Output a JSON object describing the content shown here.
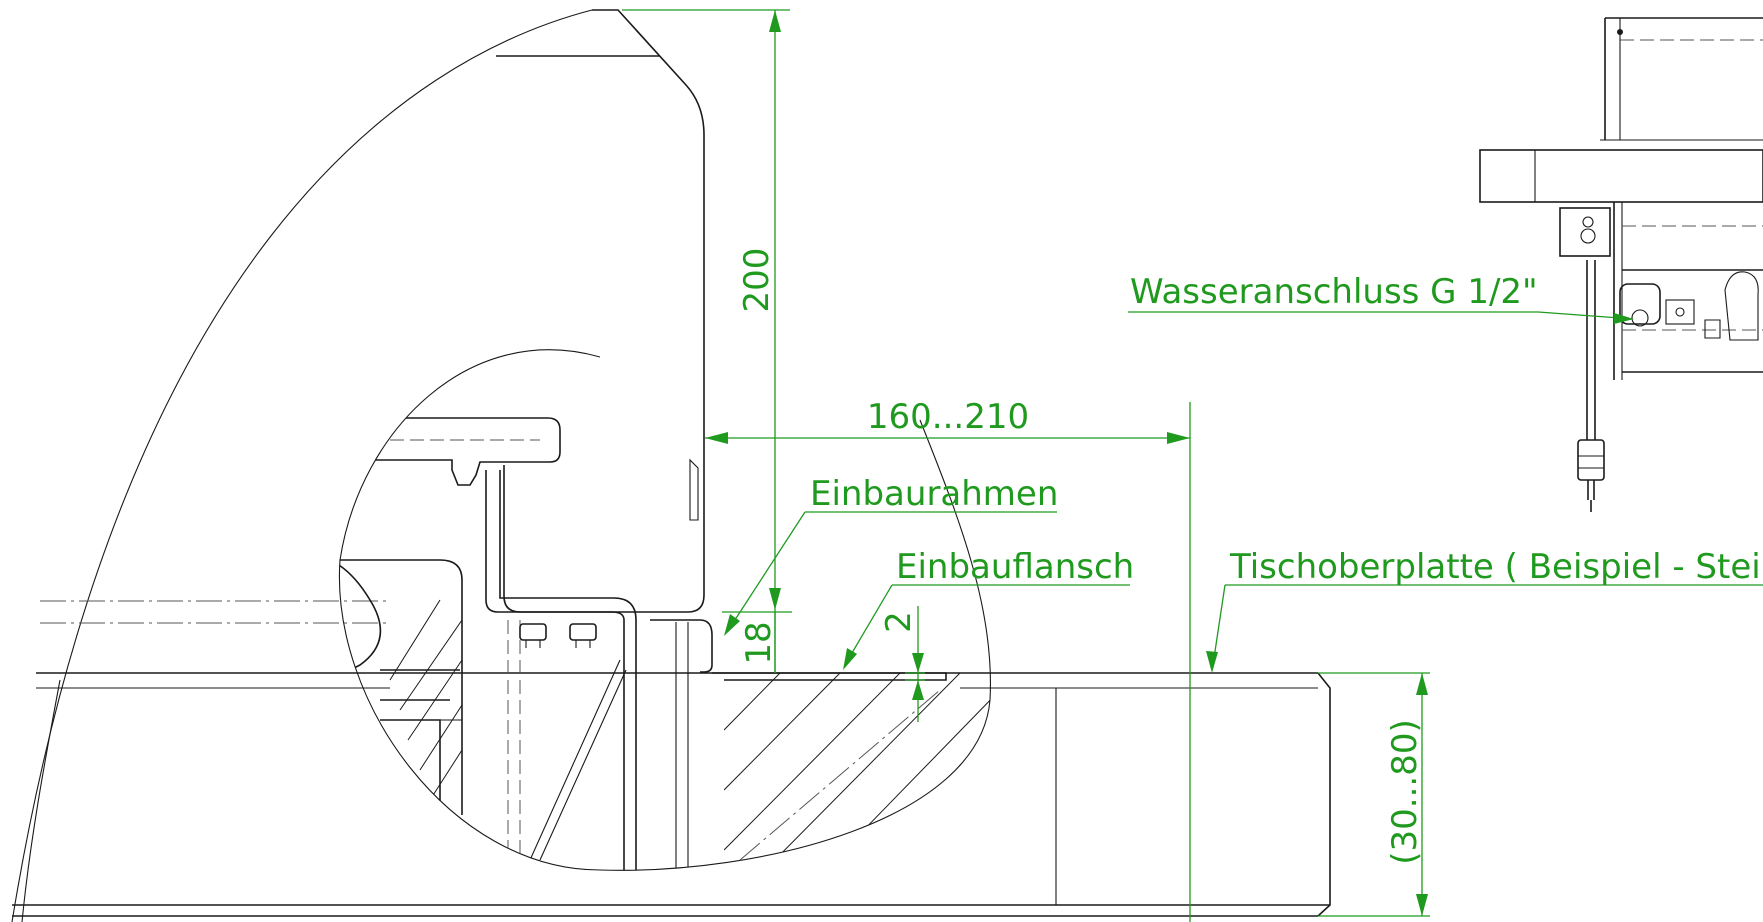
{
  "dimensions": {
    "height_200": "200",
    "width_160_210": "160...210",
    "height_18": "18",
    "flange_2": "2",
    "thickness_30_80": "(30...80)"
  },
  "labels": {
    "einbaurahmen": "Einbaurahmen",
    "einbauflansch": "Einbauflansch",
    "tischoberplatte": "Tischoberplatte ( Beispiel - Stein)",
    "wasseranschluss": "Wasseranschluss G 1/2\""
  },
  "colors": {
    "dimension": "#1f9a1f",
    "geometry": "#1a1a1a"
  }
}
